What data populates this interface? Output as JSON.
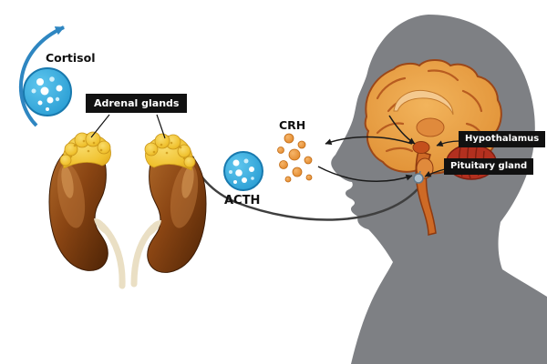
{
  "diagram": {
    "labels": {
      "cortisol": "Cortisol",
      "adrenal_glands": "Adrenal glands",
      "acth": "ACTH",
      "crh": "CRH",
      "hypothalamus": "Hypothalamus",
      "pituitary_gland": "Pituitary gland"
    },
    "colors": {
      "background": "#ffffff",
      "silhouette_gray": "#7E8084",
      "label_box_bg": "#111111",
      "label_box_text": "#ffffff",
      "hormone_blue": "#2AA7DF",
      "hormone_orange": "#E8913B",
      "arrow_blue": "#2E86C1",
      "arrow_dark": "#3F3F3F",
      "kidney_brown": "#8A4513",
      "adrenal_yellow": "#F0C230",
      "brain_orange": "#E79B3F",
      "cerebellum_red": "#B3301F"
    }
  }
}
